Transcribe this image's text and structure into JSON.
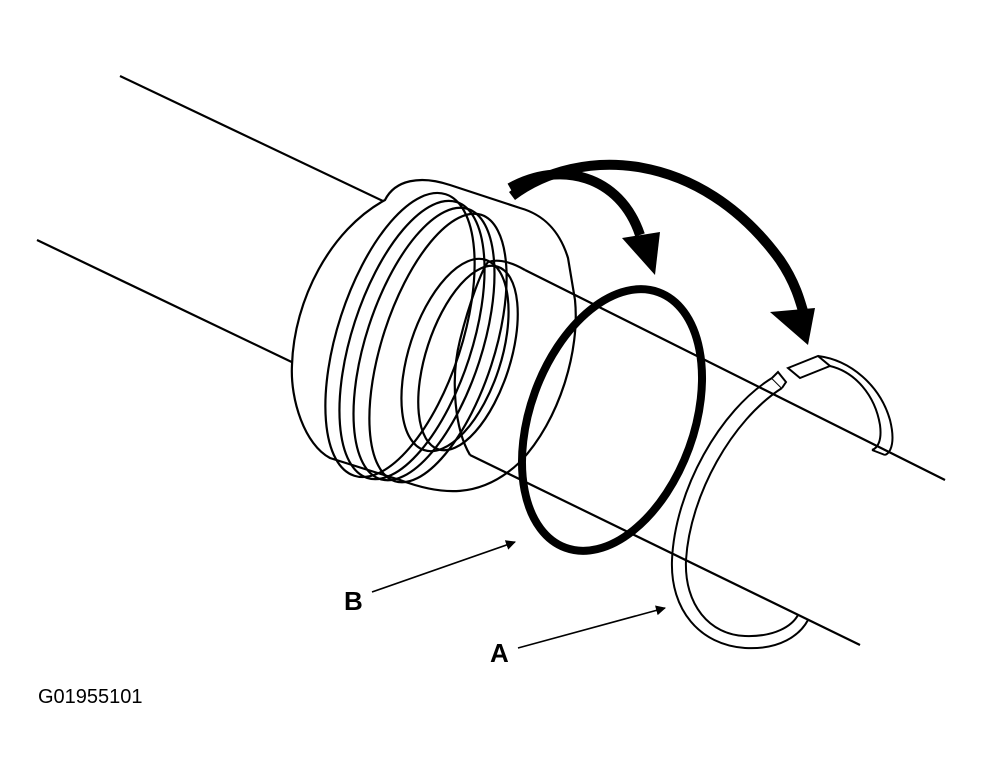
{
  "callouts": {
    "a": "A",
    "b": "B"
  },
  "figure_code": "G01955101",
  "colors": {
    "ink": "#000000",
    "paper": "#ffffff"
  }
}
